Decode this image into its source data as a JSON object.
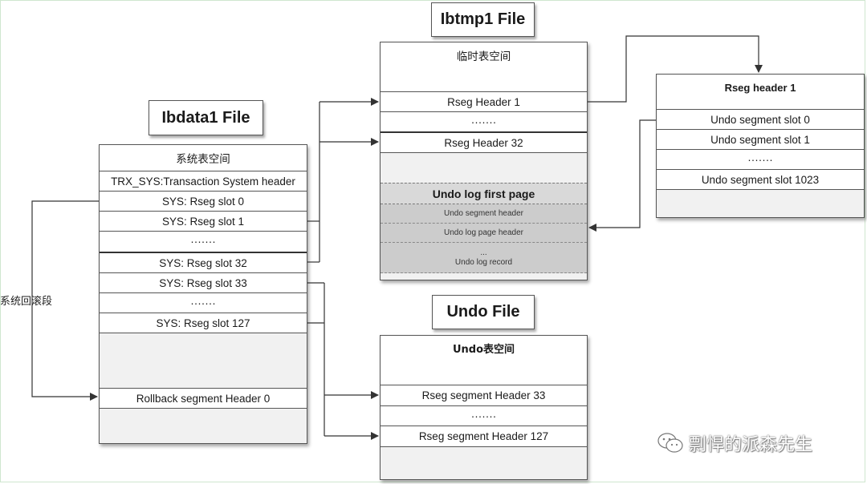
{
  "ibdata1": {
    "title": "Ibdata1 File",
    "space": "系统表空间",
    "rows": [
      "TRX_SYS:Transaction System header",
      "SYS: Rseg slot 0",
      "SYS: Rseg slot 1",
      "·······",
      "SYS: Rseg slot 32",
      "SYS: Rseg slot 33",
      "·······",
      "SYS: Rseg slot 127"
    ],
    "rollback_header": "Rollback segment Header 0"
  },
  "side_label": "系统回滚段",
  "ibtmp1": {
    "title": "Ibtmp1 File",
    "space": "临时表空间",
    "rows": [
      "Rseg Header  1",
      "·······",
      "Rseg Header  32"
    ],
    "undo_first_page": "Undo log first page",
    "undo_rows": [
      "Undo segment header",
      "Undo log  page header"
    ],
    "undo_dots": "...",
    "undo_record": "Undo log record"
  },
  "rseg_header1": {
    "title": "Rseg header 1",
    "rows": [
      "Undo segment  slot 0",
      "Undo segment  slot 1",
      "·······",
      "Undo segment  slot 1023"
    ]
  },
  "undo_file": {
    "title": "Undo File",
    "space": "Undo表空间",
    "rows": [
      "Rseg segment Header  33",
      "·······",
      "Rseg segment Header  127"
    ]
  },
  "watermark": "剽悍的派森先生",
  "colors": {
    "box_fill": "#f1f1f1",
    "gray_fill": "#cccccc",
    "line": "#333333"
  }
}
